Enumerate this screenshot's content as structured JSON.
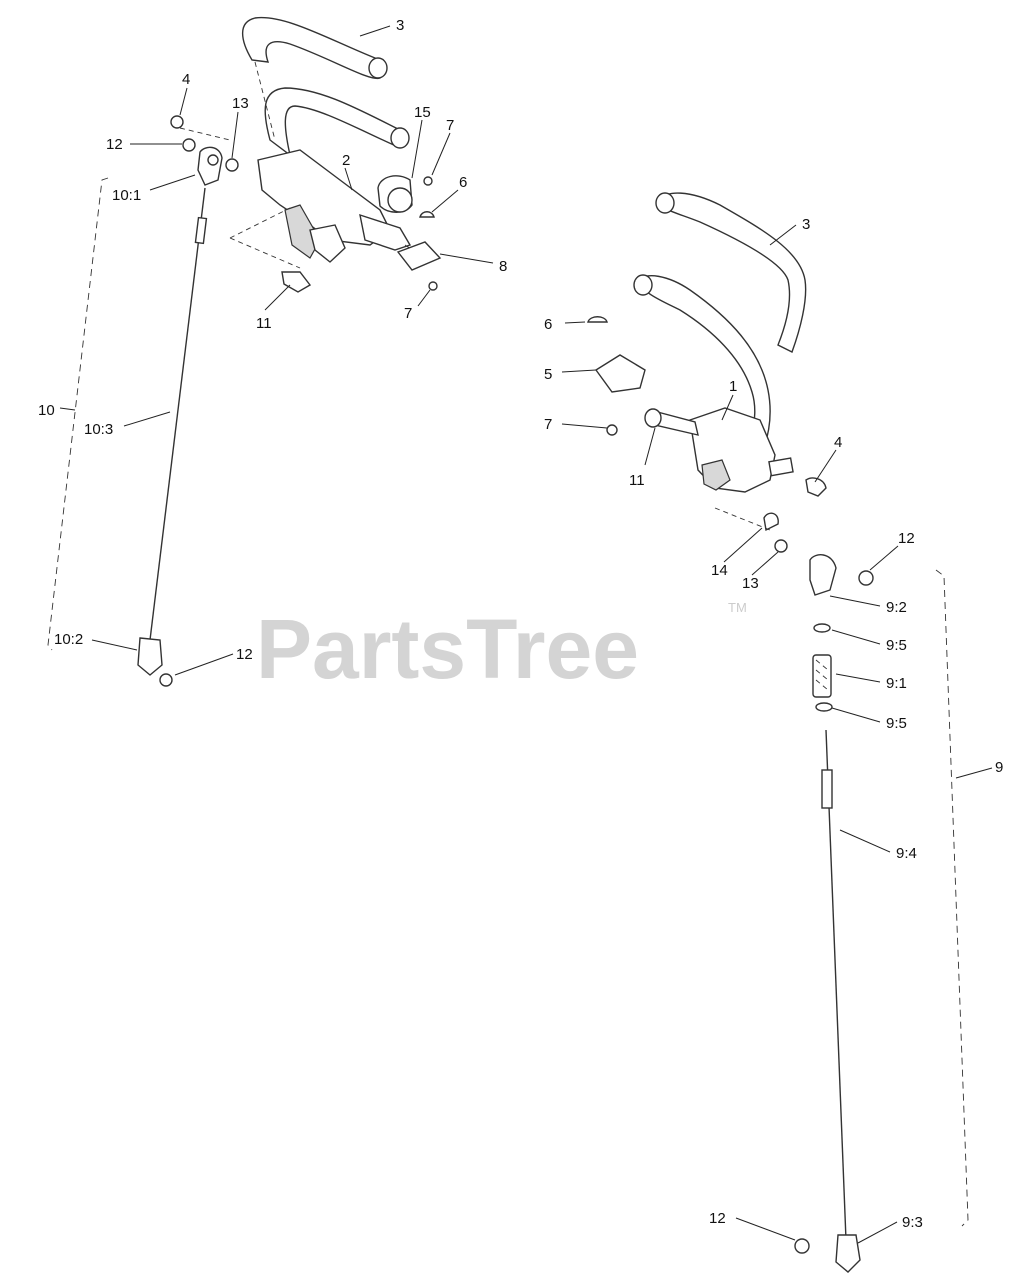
{
  "watermark": {
    "text": "PartsTree",
    "mark": "TM"
  },
  "callouts": {
    "left_handle": "3",
    "left_bushing": "4",
    "left_pivot_bolt_label": "13",
    "left_nut_top": "12",
    "left_rod_end_top": "10:1",
    "left_stop": "15",
    "left_nut_7_top": "7",
    "left_control": "2",
    "left_bolt_6": "6",
    "left_plate_8": "8",
    "left_nut_7_bottom": "7",
    "left_bolt_11": "11",
    "left_assembly": "10",
    "left_rod": "10:3",
    "left_rod_end_bottom": "10:2",
    "left_nut_bottom": "12",
    "right_handle": "3",
    "right_bolt_6": "6",
    "right_plate_5": "5",
    "right_control": "1",
    "right_nut_7": "7",
    "right_bolt_11": "11",
    "right_bushing": "4",
    "right_nut_top": "12",
    "right_bracket_14": "14",
    "right_washer_13": "13",
    "right_rod_end_top": "9:2",
    "right_washer_top": "9:5",
    "right_spring": "9:1",
    "right_washer_bottom": "9:5",
    "right_assembly": "9",
    "right_rod": "9:4",
    "right_nut_bottom": "12",
    "right_rod_end_bottom": "9:3"
  }
}
